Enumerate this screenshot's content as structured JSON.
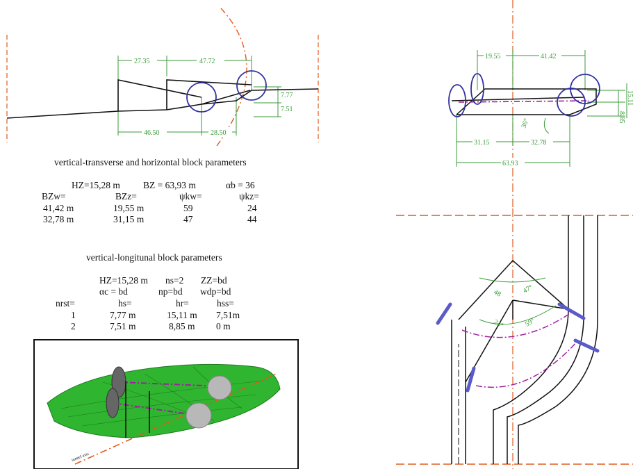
{
  "dims": {
    "top_left": [
      "27.35",
      "47.72"
    ],
    "bottom_left": [
      "46.50",
      "28.50"
    ],
    "right_left": [
      "7.77",
      "7.51"
    ],
    "top_right": [
      "19.55",
      "41.42"
    ],
    "bottom_right_a": [
      "31.15",
      "32.78"
    ],
    "bottom_right_b": "63.93",
    "right_right": [
      "8.85",
      "15.11"
    ],
    "angle_right": "36°",
    "plan_angles": [
      "48",
      "47°",
      "24°",
      "59°"
    ]
  },
  "block1": {
    "title": "vertical-transverse and horizontal block parameters",
    "line1": [
      "HZ=15,28 m",
      "BZ = 63,93 m",
      "αb = 36"
    ],
    "headers": [
      "BZw=",
      "BZz=",
      "ψkw=",
      "ψkz="
    ],
    "rows": [
      [
        "41,42 m",
        "19,55 m",
        "59",
        "24"
      ],
      [
        "32,78 m",
        "31,15 m",
        "47",
        "44"
      ]
    ]
  },
  "block2": {
    "title": "vertical-longitunal block parameters",
    "line1": [
      "HZ=15,28 m",
      "ns=2",
      "ZZ=bd"
    ],
    "line2": [
      "αc = bd",
      "np=bd",
      "wdp=bd"
    ],
    "headers": [
      "nrst=",
      "hs=",
      "hr=",
      "hss="
    ],
    "rows": [
      [
        "1",
        "7,77 m",
        "15,11 m",
        "7,51m"
      ],
      [
        "2",
        "7,51 m",
        "8,85 m",
        "0 m"
      ]
    ]
  },
  "render": {
    "axis_label": "tunnel axis"
  },
  "colors": {
    "dimension": "#3a9a3a",
    "axis": "#e05a1e",
    "block": "#3030a0",
    "magenta": "#a020a0",
    "terrain": "#2fb52f"
  }
}
